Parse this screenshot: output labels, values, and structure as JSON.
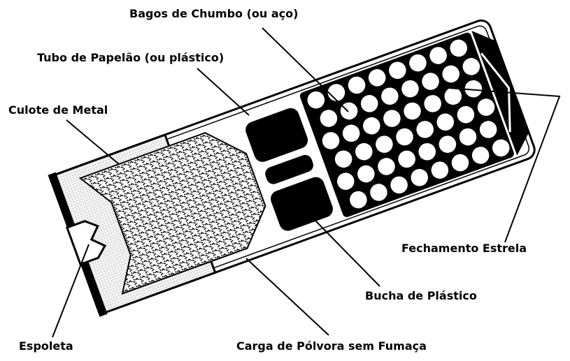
{
  "labels": {
    "shot": "Bagos de Chumbo (ou aço)",
    "tube": "Tubo de Papelão (ou plástico)",
    "base": "Culote de Metal",
    "crimp": "Fechamento Estrela",
    "wad": "Bucha de Plástico",
    "primer": "Espoleta",
    "powder": "Carga de Pólvora sem Fumaça"
  }
}
